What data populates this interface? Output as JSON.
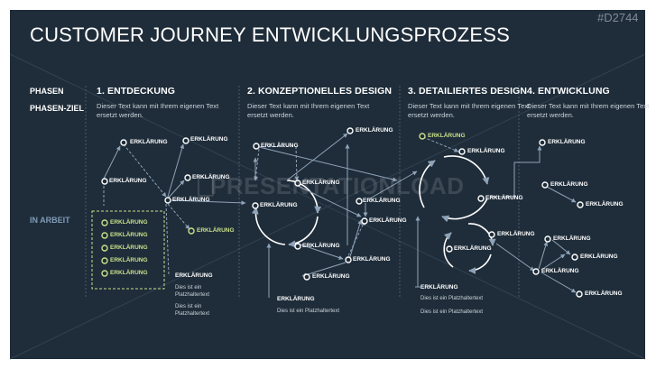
{
  "slide": {
    "title": "CUSTOMER JOURNEY ENTWICKLUNGSPROZESS",
    "code": "#D2744",
    "watermark": "PRESENTATIONLOAD"
  },
  "labels": {
    "phasen": "PHASEN",
    "phasen_ziel": "PHASEN-ZIEL",
    "in_arbeit": "IN ARBEIT"
  },
  "phases": [
    {
      "title": "1. ENTDECKUNG",
      "text": "Dieser Text kann mit Ihrem eigenen Text ersetzt werden."
    },
    {
      "title": "2. KONZEPTIONELLES DESIGN",
      "text": "Dieser Text kann mit Ihrem eigenen Text ersetzt werden."
    },
    {
      "title": "3. DETAILIERTES DESIGN",
      "text": "Dieser Text kann mit Ihrem eigenen Text ersetzt werden."
    },
    {
      "title": "4. ENTWICKLUNG",
      "text": "Dieser Text kann mit Ihrem eigenen Text ersetzt werden."
    }
  ],
  "node_label": "ERKLÄRUNG",
  "placeholder": {
    "multi_line": "Dies ist ein Platzhaltertext",
    "single_line": "Dies ist ein Platzhaltertext"
  },
  "colors": {
    "background": "#1f2d3a",
    "line": "#8fa3b8",
    "text": "#ffffff",
    "highlight": "#c9e08a",
    "muted": "#7f9bb8"
  }
}
